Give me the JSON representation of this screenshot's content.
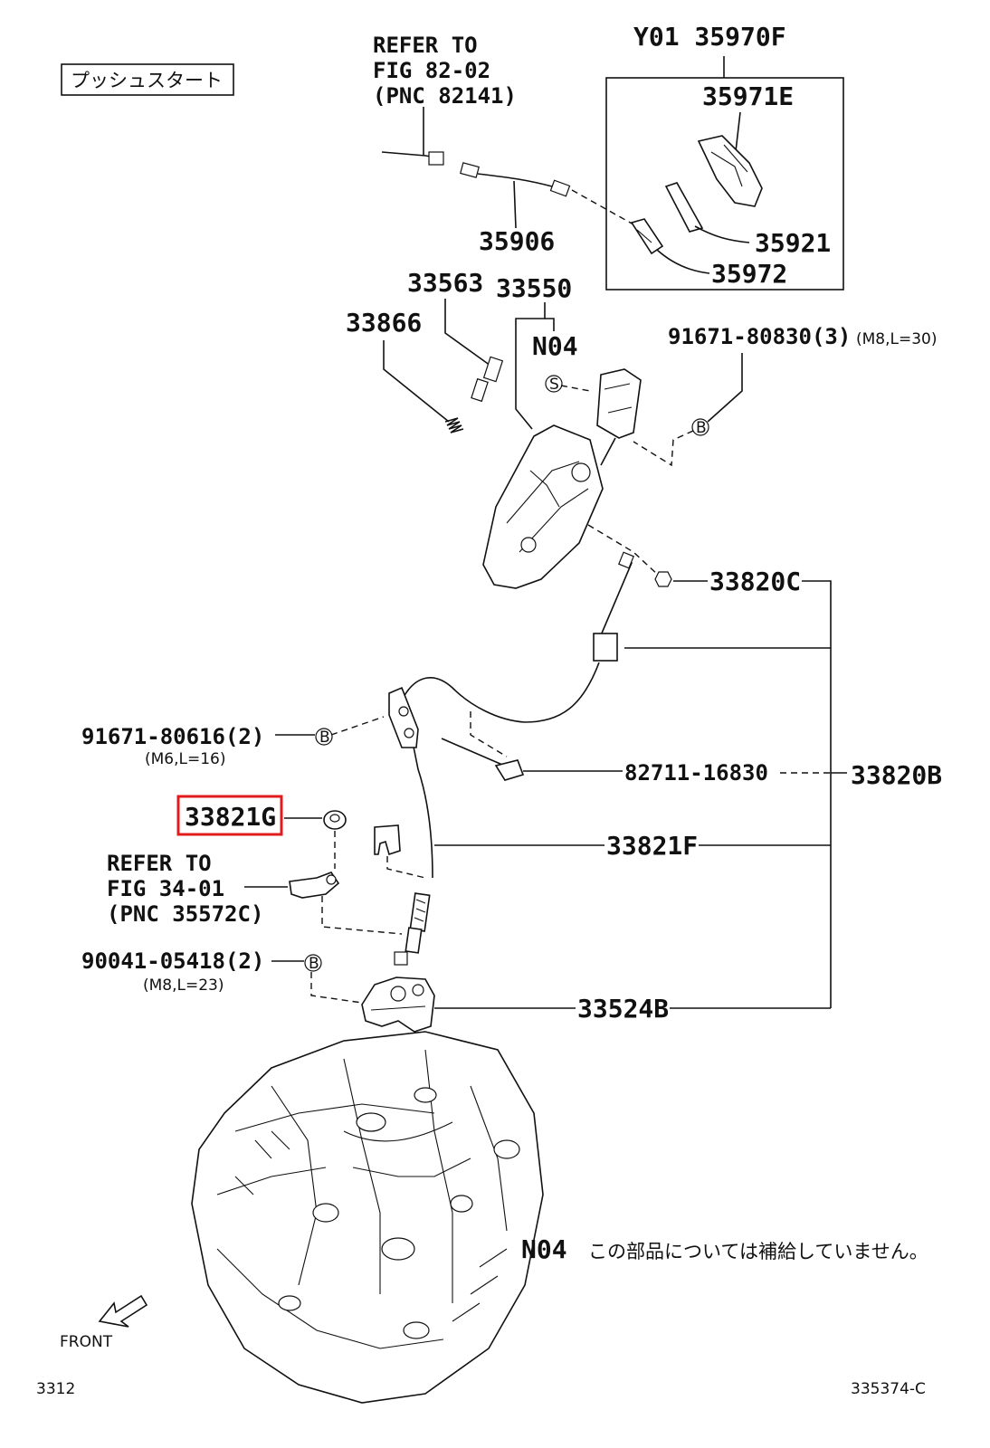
{
  "header": {
    "push_start_note": "プッシュスタート"
  },
  "labels": {
    "refer_82": [
      "REFER TO",
      "FIG 82-02",
      "(PNC 82141)"
    ],
    "kit_code": "Y01 35970F",
    "p35971E": "35971E",
    "p35906": "35906",
    "p35921": "35921",
    "p35972": "35972",
    "p33563": "33563",
    "p33550": "33550",
    "p33866": "33866",
    "n04_tag": "N04",
    "bolt_80830": "91671-80830(3)",
    "bolt_80830_spec": "(M8,L=30)",
    "p33820C": "33820C",
    "bolt_80616": "91671-80616(2)",
    "bolt_80616_spec": "(M6,L=16)",
    "clamp_82711": "82711-16830",
    "p33820B": "33820B",
    "p33821G": "33821G",
    "p33821F": "33821F",
    "refer_34": [
      "REFER TO",
      "FIG 34-01",
      "(PNC 35572C)"
    ],
    "bolt_05418": "90041-05418(2)",
    "bolt_05418_spec": "(M8,L=23)",
    "p33524B": "33524B",
    "s_marker": "S",
    "b_marker": "B"
  },
  "notes": {
    "n04_code": "N04",
    "n04_text": "この部品については補給していません。"
  },
  "footer": {
    "front": "FRONT",
    "page_left": "3312",
    "page_right": "335374-C"
  },
  "colors": {
    "highlight": "#e11b1b",
    "ink": "#111111"
  }
}
